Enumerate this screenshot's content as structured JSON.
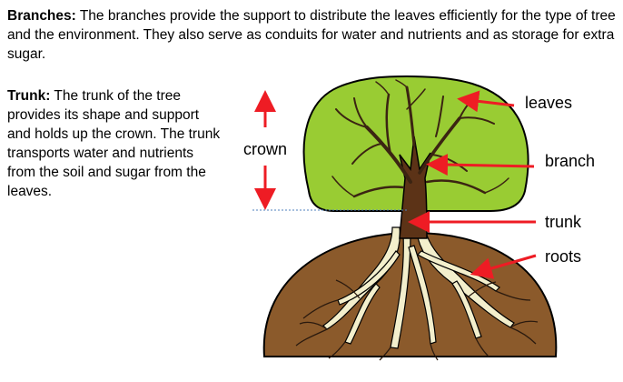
{
  "branches": {
    "label": "Branches:",
    "text": " The branches provide the support to distribute the leaves efficiently for the type of tree and the environment.  They also serve as conduits for water and nutrients and as storage for extra sugar."
  },
  "trunk": {
    "label": "Trunk:",
    "text": " The trunk of the tree provides its shape and support and holds up the crown.  The trunk transports water and nutrients from the soil and sugar from the leaves."
  },
  "labels": {
    "crown": "crown",
    "leaves": "leaves",
    "branch": "branch",
    "trunk": "trunk",
    "roots": "roots"
  },
  "colors": {
    "leaves": "#99cc33",
    "soil": "#8b5a2b",
    "trunk": "#5c3317",
    "roots": "#f3efcc",
    "arrow": "#ee1c24"
  }
}
